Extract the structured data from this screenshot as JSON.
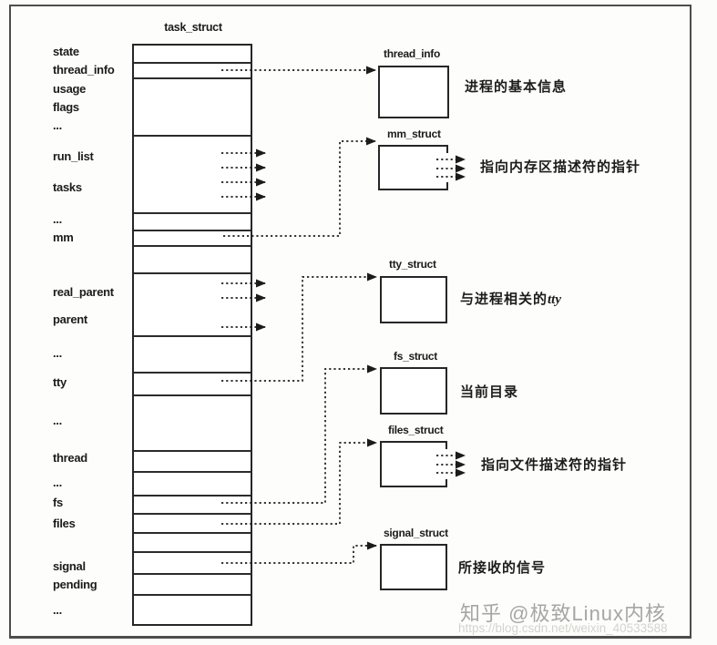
{
  "diagram": {
    "title": "task_struct",
    "left_labels": [
      "state",
      "thread_info",
      "usage",
      "flags",
      "...",
      "run_list",
      "tasks",
      "...",
      "mm",
      "real_parent",
      "parent",
      "...",
      "tty",
      "...",
      "thread",
      "...",
      "fs",
      "files",
      "signal",
      "pending",
      "..."
    ],
    "right_boxes": [
      {
        "name": "thread_info",
        "annotation": "进程的基本信息"
      },
      {
        "name": "mm_struct",
        "annotation": "指向内存区描述符的指针"
      },
      {
        "name": "tty_struct",
        "annotation": "与进程相关的",
        "annotation_italic": "tty"
      },
      {
        "name": "fs_struct",
        "annotation": "当前目录"
      },
      {
        "name": "files_struct",
        "annotation": "指向文件描述符的指针"
      },
      {
        "name": "signal_struct",
        "annotation": "所接收的信号"
      }
    ],
    "colors": {
      "line": "#262626",
      "watermark": "#a6a6a6",
      "watermark_url": "#d3d3cf"
    }
  },
  "watermark": {
    "text": "知乎 @极致Linux内核",
    "url": "https://blog.csdn.net/weixin_40533588"
  }
}
